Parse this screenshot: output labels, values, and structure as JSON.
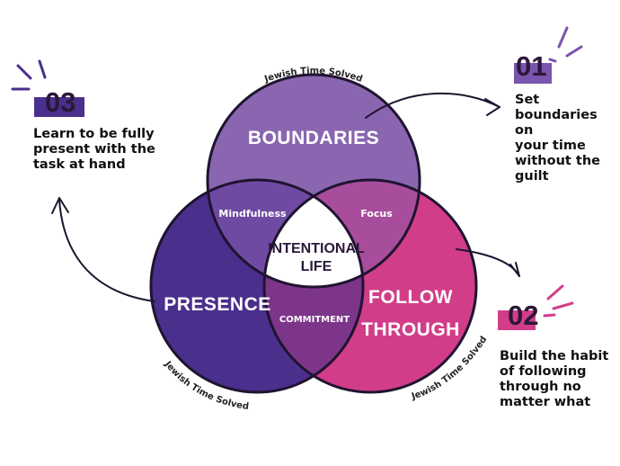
{
  "circles": {
    "boundaries": {
      "label": "BOUNDARIES",
      "color": "#8a66b0"
    },
    "presence": {
      "label": "PRESENCE",
      "color": "#4a2f8c"
    },
    "follow_through": {
      "line1": "FOLLOW",
      "line2": "THROUGH",
      "color": "#d23d89"
    }
  },
  "overlaps": {
    "mindfulness": {
      "label": "Mindfulness",
      "color": "#6f4aa2"
    },
    "focus": {
      "label": "Focus",
      "color": "#a84d9c"
    },
    "commitment": {
      "label": "COMMITMENT",
      "color": "#7d3589"
    },
    "center": {
      "line1": "INTENTIONAL",
      "line2": "LIFE"
    }
  },
  "arc_labels": {
    "top": "Jewish Time Solved",
    "bottom_left": "Jewish Time Solved",
    "bottom_right": "Jewish Time Solved"
  },
  "steps": [
    {
      "number": "01",
      "badge_color": "#7a55ad",
      "text": "Set\nboundaries on\nyour time\nwithout the\nguilt"
    },
    {
      "number": "02",
      "badge_color": "#d23d89",
      "text": "Build the habit\nof following\nthrough no\nmatter what"
    },
    {
      "number": "03",
      "badge_color": "#4a2f8c",
      "text": "Learn to be fully\npresent with the\ntask at hand"
    }
  ]
}
